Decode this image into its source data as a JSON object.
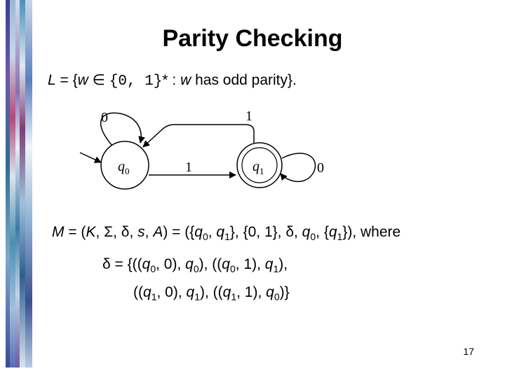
{
  "slide": {
    "title": "Parity Checking",
    "page_number": "17"
  },
  "language_def": {
    "L": "L",
    "eq_open": " = {",
    "w": "w",
    "in_symbol": " ∈ ",
    "alphabet": "{0, 1}",
    "star_colon": "* : ",
    "w2": "w",
    "rest": " has odd parity}."
  },
  "automaton": {
    "states": [
      {
        "id": "q0",
        "base": "q",
        "index": "0",
        "start": true,
        "accepting": false
      },
      {
        "id": "q1",
        "base": "q",
        "index": "1",
        "start": false,
        "accepting": true
      }
    ],
    "transitions": [
      {
        "from": "q0",
        "to": "q0",
        "label": "0"
      },
      {
        "from": "q0",
        "to": "q1",
        "label": "1"
      },
      {
        "from": "q1",
        "to": "q0",
        "label": "1"
      },
      {
        "from": "q1",
        "to": "q1",
        "label": "0"
      }
    ]
  },
  "machine_def": {
    "line1": [
      {
        "t": "M",
        "i": true
      },
      {
        "t": " = ("
      },
      {
        "t": "K",
        "i": true
      },
      {
        "t": ", Σ, δ, "
      },
      {
        "t": "s",
        "i": true
      },
      {
        "t": ", "
      },
      {
        "t": "A",
        "i": true
      },
      {
        "t": ") = ({"
      },
      {
        "t": "q",
        "i": true
      },
      {
        "t": "0",
        "sub": true
      },
      {
        "t": ", "
      },
      {
        "t": "q",
        "i": true
      },
      {
        "t": "1",
        "sub": true
      },
      {
        "t": "}, {0, 1}, δ, "
      },
      {
        "t": "q",
        "i": true
      },
      {
        "t": "0",
        "sub": true
      },
      {
        "t": ", {"
      },
      {
        "t": "q",
        "i": true
      },
      {
        "t": "1",
        "sub": true
      },
      {
        "t": "}), where"
      }
    ],
    "line2": [
      {
        "t": "δ = {(("
      },
      {
        "t": "q",
        "i": true
      },
      {
        "t": "0",
        "sub": true
      },
      {
        "t": ", 0), "
      },
      {
        "t": "q",
        "i": true
      },
      {
        "t": "0",
        "sub": true
      },
      {
        "t": "), (("
      },
      {
        "t": "q",
        "i": true
      },
      {
        "t": "0",
        "sub": true
      },
      {
        "t": ", 1), "
      },
      {
        "t": "q",
        "i": true
      },
      {
        "t": "1",
        "sub": true
      },
      {
        "t": "),"
      }
    ],
    "line3": [
      {
        "t": "(("
      },
      {
        "t": "q",
        "i": true
      },
      {
        "t": "1",
        "sub": true
      },
      {
        "t": ", 0), "
      },
      {
        "t": "q",
        "i": true
      },
      {
        "t": "1",
        "sub": true
      },
      {
        "t": "), (("
      },
      {
        "t": "q",
        "i": true
      },
      {
        "t": "1",
        "sub": true
      },
      {
        "t": ", 1), "
      },
      {
        "t": "q",
        "i": true
      },
      {
        "t": "0",
        "sub": true
      },
      {
        "t": ")}"
      }
    ]
  }
}
